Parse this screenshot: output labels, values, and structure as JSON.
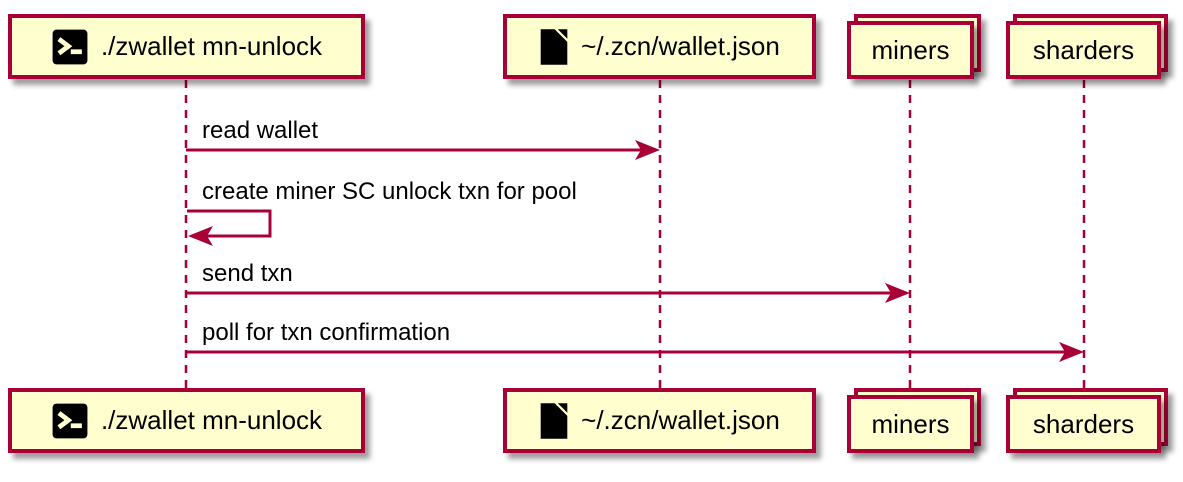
{
  "diagram": {
    "kind": "uml-sequence-diagram",
    "participants": [
      {
        "label": "./zwallet mn-unlock",
        "icon": "terminal-icon",
        "type": "participant"
      },
      {
        "label": "~/.zcn/wallet.json",
        "icon": "file-icon",
        "type": "participant"
      },
      {
        "label": "miners",
        "icon": "none",
        "type": "collections"
      },
      {
        "label": "sharders",
        "icon": "none",
        "type": "collections"
      }
    ],
    "messages": [
      {
        "label": "read wallet",
        "from": "./zwallet mn-unlock",
        "to": "~/.zcn/wallet.json",
        "style": "solid-arrow"
      },
      {
        "label": "create miner SC unlock txn for pool",
        "from": "./zwallet mn-unlock",
        "to": "./zwallet mn-unlock",
        "style": "self-arrow"
      },
      {
        "label": "send txn",
        "from": "./zwallet mn-unlock",
        "to": "miners",
        "style": "solid-arrow"
      },
      {
        "label": "poll for txn confirmation",
        "from": "./zwallet mn-unlock",
        "to": "sharders",
        "style": "solid-arrow"
      }
    ],
    "colors": {
      "box_fill": "#FEFECE",
      "border": "#A80036",
      "arrow": "#A80036",
      "lifeline": "#A80036",
      "text": "#000000",
      "background": "#FFFFFF"
    }
  }
}
